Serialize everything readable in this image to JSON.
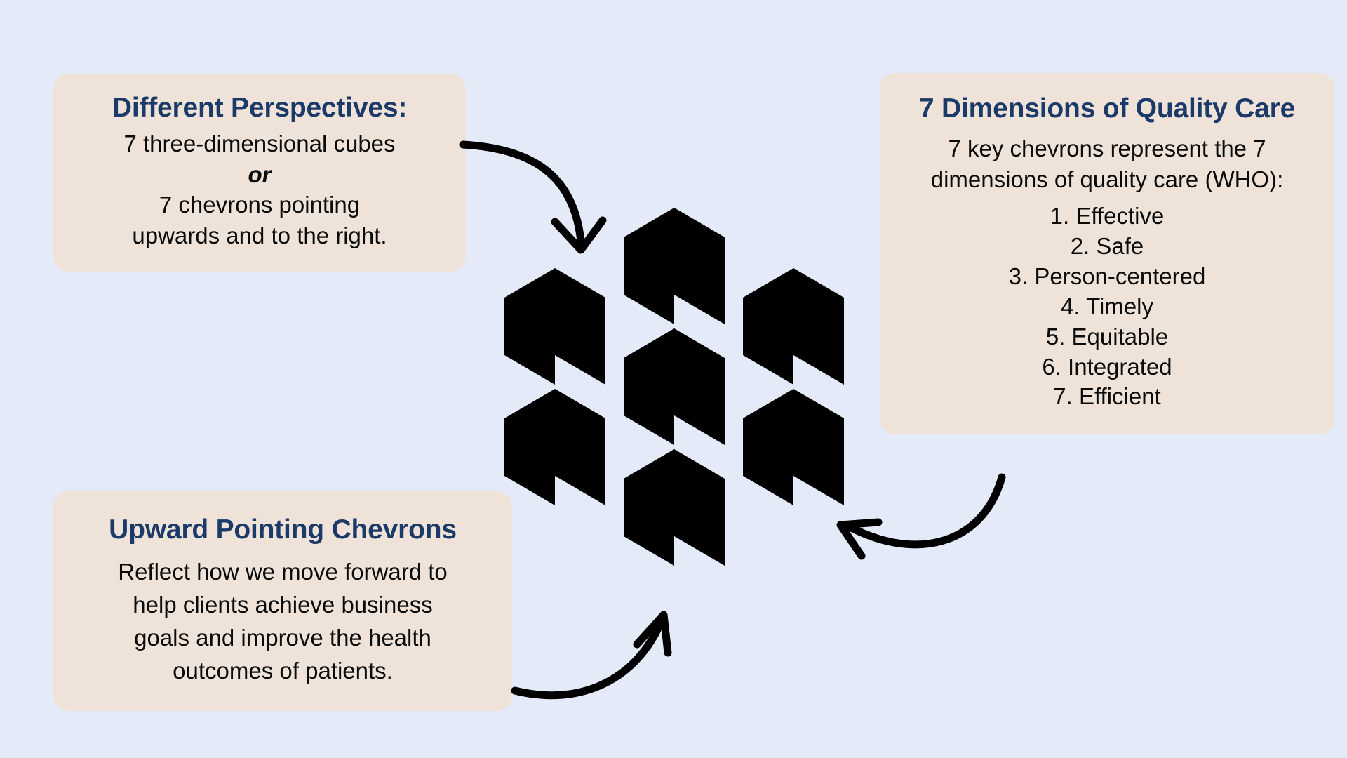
{
  "canvas": {
    "background_color": "#e4eaf7",
    "card_color": "#efe3d9",
    "title_color": "#1b3a68",
    "body_color": "#0b0b0b",
    "logo_color": "#000000"
  },
  "cards": {
    "perspectives": {
      "title": "Different Perspectives:",
      "line1": "7 three-dimensional cubes",
      "line2": "or",
      "line3": "7 chevrons pointing",
      "line4": "upwards and to the right."
    },
    "dimensions": {
      "title": "7 Dimensions of Quality Care",
      "line1": "7 key chevrons represent the 7",
      "line2": "dimensions of quality care (WHO):",
      "items": [
        "1. Effective",
        "2. Safe",
        "3. Person-centered",
        "4. Timely",
        "5. Equitable",
        "6. Integrated",
        "7. Efficient"
      ]
    },
    "chevrons": {
      "title": "Upward Pointing Chevrons",
      "line1": "Reflect how we move forward to",
      "line2": "help clients achieve business",
      "line3": "goals and improve the health",
      "line4": "outcomes of patients."
    }
  },
  "logo": {
    "name": "seven-chevron-logo",
    "chevron_count": 7,
    "description": "7 black chevrons pointing upwards and to the right, arranged as an isometric cube cluster"
  },
  "arrows": [
    {
      "name": "arrow-perspectives-to-logo",
      "from": "perspectives-card",
      "to": "logo-cluster",
      "direction": "right-then-down"
    },
    {
      "name": "arrow-dimensions-to-logo",
      "from": "dimensions-card",
      "to": "logo-cluster",
      "direction": "down-then-left"
    },
    {
      "name": "arrow-chevrons-to-logo",
      "from": "chevrons-card",
      "to": "logo-cluster",
      "direction": "right-then-up"
    }
  ]
}
